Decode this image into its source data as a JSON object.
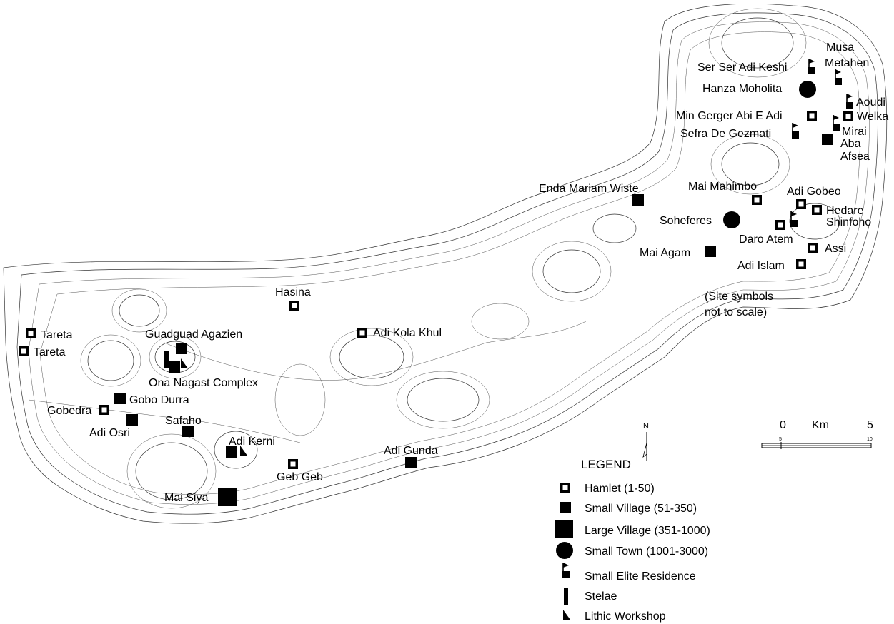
{
  "sites": [
    {
      "id": "musa",
      "name": "Musa",
      "type": "none"
    },
    {
      "id": "metahen",
      "name": "Metahen",
      "type": "small-elite-residence"
    },
    {
      "id": "ser-ser",
      "name": "Ser Ser Adi Keshi",
      "type": "small-elite-residence"
    },
    {
      "id": "hanza",
      "name": "Hanza Moholita",
      "type": "small-town"
    },
    {
      "id": "aoudi",
      "name": "Aoudi",
      "type": "small-elite-residence"
    },
    {
      "id": "min-gerger",
      "name": "Min Gerger Abi E Adi",
      "type": "hamlet"
    },
    {
      "id": "welka",
      "name": "Welka",
      "type": "hamlet"
    },
    {
      "id": "sefra",
      "name": "Sefra De Gezmati",
      "type": "small-elite-residence"
    },
    {
      "id": "mirai",
      "name": "Mirai",
      "type": "small-elite-residence"
    },
    {
      "id": "aba-afsea",
      "name": "Aba Afsea",
      "type": "small-village"
    },
    {
      "id": "enda-mariam",
      "name": "Enda Mariam Wiste",
      "type": "small-village"
    },
    {
      "id": "mai-mahimbo",
      "name": "Mai Mahimbo",
      "type": "hamlet"
    },
    {
      "id": "adi-gobeo",
      "name": "Adi Gobeo",
      "type": "hamlet"
    },
    {
      "id": "hedare",
      "name": "Hedare",
      "type": "hamlet"
    },
    {
      "id": "shinfoho",
      "name": "Shinfoho",
      "type": "small-elite-residence"
    },
    {
      "id": "soheferes",
      "name": "Soheferes",
      "type": "small-town"
    },
    {
      "id": "daro-atem",
      "name": "Daro Atem",
      "type": "hamlet"
    },
    {
      "id": "assi",
      "name": "Assi",
      "type": "hamlet"
    },
    {
      "id": "mai-agam",
      "name": "Mai Agam",
      "type": "small-village"
    },
    {
      "id": "adi-islam",
      "name": "Adi Islam",
      "type": "hamlet"
    },
    {
      "id": "hasina",
      "name": "Hasina",
      "type": "hamlet"
    },
    {
      "id": "adi-kola-khul",
      "name": "Adi Kola Khul",
      "type": "hamlet"
    },
    {
      "id": "tareta-1",
      "name": "Tareta",
      "type": "hamlet"
    },
    {
      "id": "tareta-2",
      "name": "Tareta",
      "type": "hamlet"
    },
    {
      "id": "guadguad",
      "name": "Guadguad Agazien",
      "type": "small-village"
    },
    {
      "id": "ona-nagast",
      "name": "Ona Nagast Complex",
      "type": "small-village"
    },
    {
      "id": "gobo-durra",
      "name": "Gobo Durra",
      "type": "small-village"
    },
    {
      "id": "gobedra",
      "name": "Gobedra",
      "type": "hamlet"
    },
    {
      "id": "adi-osri",
      "name": "Adi Osri",
      "type": "small-village"
    },
    {
      "id": "safaho",
      "name": "Safaho",
      "type": "small-village"
    },
    {
      "id": "adi-kerni",
      "name": "Adi Kerni",
      "type": "small-village"
    },
    {
      "id": "geb-geb",
      "name": "Geb Geb",
      "type": "hamlet"
    },
    {
      "id": "adi-gunda",
      "name": "Adi Gunda",
      "type": "small-village"
    },
    {
      "id": "mai-siya",
      "name": "Mai Siya",
      "type": "large-village"
    }
  ],
  "note": {
    "line1": "(Site  symbols",
    "line2": "not to scale)"
  },
  "north_label": "N",
  "scale": {
    "left": "0",
    "unit": "Km",
    "right": "5",
    "minor_left": "5",
    "minor_right": "10"
  },
  "legend": {
    "title": "LEGEND",
    "items": [
      {
        "symbol": "hamlet",
        "label": "Hamlet (1-50)"
      },
      {
        "symbol": "small-village",
        "label": "Small Village (51-350)"
      },
      {
        "symbol": "large-village",
        "label": "Large Village (351-1000)"
      },
      {
        "symbol": "small-town",
        "label": "Small Town (1001-3000)"
      },
      {
        "symbol": "small-elite-residence",
        "label": "Small Elite Residence"
      },
      {
        "symbol": "stelae",
        "label": "Stelae"
      },
      {
        "symbol": "lithic-workshop",
        "label": "Lithic Workshop"
      }
    ]
  },
  "colors": {
    "ink": "#000000",
    "paper": "#ffffff",
    "contour": "#333333"
  }
}
